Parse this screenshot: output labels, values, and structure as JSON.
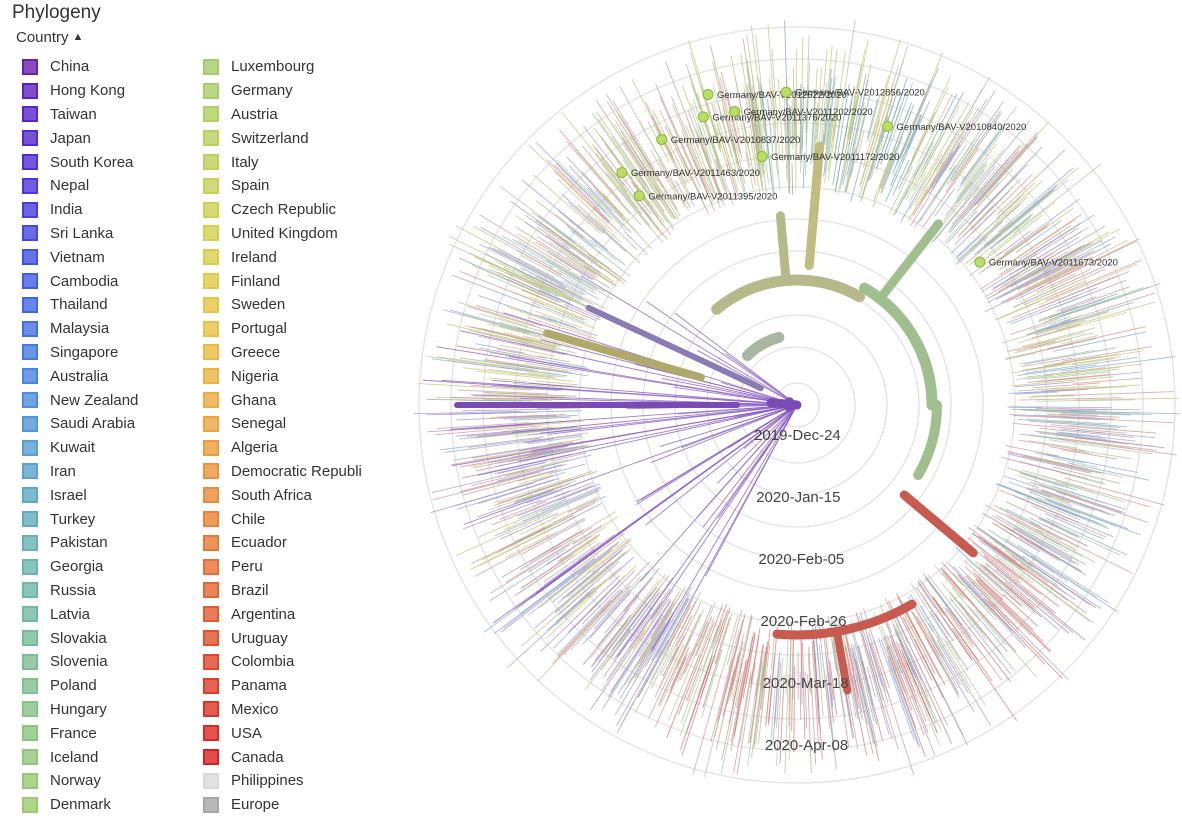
{
  "panel": {
    "title": "Phylogeny"
  },
  "legend": {
    "title": "Country",
    "toggle_icon": "chevron-up-icon",
    "items": [
      {
        "label": "China",
        "color": "#6a1fb0"
      },
      {
        "label": "Hong Kong",
        "color": "#6020c0"
      },
      {
        "label": "Taiwan",
        "color": "#5a25c8"
      },
      {
        "label": "Japan",
        "color": "#5428cc"
      },
      {
        "label": "South Korea",
        "color": "#4e2ed4"
      },
      {
        "label": "Nepal",
        "color": "#4a36da"
      },
      {
        "label": "India",
        "color": "#463ede"
      },
      {
        "label": "Sri Lanka",
        "color": "#4248e0"
      },
      {
        "label": "Vietnam",
        "color": "#4052e0"
      },
      {
        "label": "Cambodia",
        "color": "#415ce2"
      },
      {
        "label": "Thailand",
        "color": "#4266e2"
      },
      {
        "label": "Malaysia",
        "color": "#4470e2"
      },
      {
        "label": "Singapore",
        "color": "#477ae0"
      },
      {
        "label": "Australia",
        "color": "#4a84de"
      },
      {
        "label": "New Zealand",
        "color": "#4e8ddb"
      },
      {
        "label": "Saudi Arabia",
        "color": "#5295d6"
      },
      {
        "label": "Kuwait",
        "color": "#569dd1"
      },
      {
        "label": "Iran",
        "color": "#5aa3ca"
      },
      {
        "label": "Israel",
        "color": "#5ea9c4"
      },
      {
        "label": "Turkey",
        "color": "#62adbd"
      },
      {
        "label": "Pakistan",
        "color": "#66b0b6"
      },
      {
        "label": "Georgia",
        "color": "#6ab4ae"
      },
      {
        "label": "Russia",
        "color": "#6eb7a7"
      },
      {
        "label": "Latvia",
        "color": "#72b9a0"
      },
      {
        "label": "Slovakia",
        "color": "#77bb9a"
      },
      {
        "label": "Slovenia",
        "color": "#7cbd93"
      },
      {
        "label": "Poland",
        "color": "#81bf8c"
      },
      {
        "label": "Hungary",
        "color": "#87c286"
      },
      {
        "label": "France",
        "color": "#8cc480"
      },
      {
        "label": "Iceland",
        "color": "#92c67a"
      },
      {
        "label": "Norway",
        "color": "#98c874"
      },
      {
        "label": "Denmark",
        "color": "#9eca6e"
      },
      {
        "label": "Luxembourg",
        "color": "#a5cc6a"
      },
      {
        "label": "Germany",
        "color": "#abcd66"
      },
      {
        "label": "Austria",
        "color": "#b1cf62"
      },
      {
        "label": "Switzerland",
        "color": "#b8d05e"
      },
      {
        "label": "Italy",
        "color": "#bfd05a"
      },
      {
        "label": "Spain",
        "color": "#c6d156"
      },
      {
        "label": "Czech Republic",
        "color": "#cdd052"
      },
      {
        "label": "United Kingdom",
        "color": "#d4cf4e"
      },
      {
        "label": "Ireland",
        "color": "#dacd4b"
      },
      {
        "label": "Finland",
        "color": "#dfca48"
      },
      {
        "label": "Sweden",
        "color": "#e3c645"
      },
      {
        "label": "Portugal",
        "color": "#e6c143"
      },
      {
        "label": "Greece",
        "color": "#e8bb41"
      },
      {
        "label": "Nigeria",
        "color": "#e9b440"
      },
      {
        "label": "Ghana",
        "color": "#eaad3f"
      },
      {
        "label": "Senegal",
        "color": "#eba53e"
      },
      {
        "label": "Algeria",
        "color": "#eb9d3c"
      },
      {
        "label": "Democratic Republi",
        "color": "#eb943b"
      },
      {
        "label": "South Africa",
        "color": "#ea8b39"
      },
      {
        "label": "Chile",
        "color": "#e98237"
      },
      {
        "label": "Ecuador",
        "color": "#e77935"
      },
      {
        "label": "Peru",
        "color": "#e67033"
      },
      {
        "label": "Brazil",
        "color": "#e46631"
      },
      {
        "label": "Argentina",
        "color": "#e25c2f"
      },
      {
        "label": "Uruguay",
        "color": "#e0522d"
      },
      {
        "label": "Colombia",
        "color": "#de482b"
      },
      {
        "label": "Panama",
        "color": "#dc3e29"
      },
      {
        "label": "Mexico",
        "color": "#da3427"
      },
      {
        "label": "USA",
        "color": "#d82a25"
      },
      {
        "label": "Canada",
        "color": "#d62123"
      },
      {
        "label": "Philippines",
        "color": "#d9d9d9"
      },
      {
        "label": "Europe",
        "color": "#a6a6a6"
      }
    ]
  },
  "tree": {
    "layout": "radial",
    "time_ticks": [
      "2019-Dec-24",
      "2020-Jan-15",
      "2020-Feb-05",
      "2020-Feb-26",
      "2020-Mar-18",
      "2020-Apr-08"
    ],
    "highlighted_tips": [
      {
        "label": "Germany/BAV-V2012622/2020",
        "color": "#b8e060"
      },
      {
        "label": "Germany/BAV-V2012856/2020",
        "color": "#b8e060"
      },
      {
        "label": "Germany/BAV-V2011376/2020",
        "color": "#b8e060"
      },
      {
        "label": "Germany/BAV-V2011202/2020",
        "color": "#b8e060"
      },
      {
        "label": "Germany/BAV-V2010837/2020",
        "color": "#b8e060"
      },
      {
        "label": "Germany/BAV-V2010840/2020",
        "color": "#b8e060"
      },
      {
        "label": "Germany/BAV-V2011463/2020",
        "color": "#b8e060"
      },
      {
        "label": "Germany/BAV-V2011395/2020",
        "color": "#b8e060"
      },
      {
        "label": "Germany/BAV-V2011673/2020",
        "color": "#b8e060"
      },
      {
        "label": "Germany/BAV-V2011172/2020",
        "color": "#b8e060"
      }
    ]
  }
}
